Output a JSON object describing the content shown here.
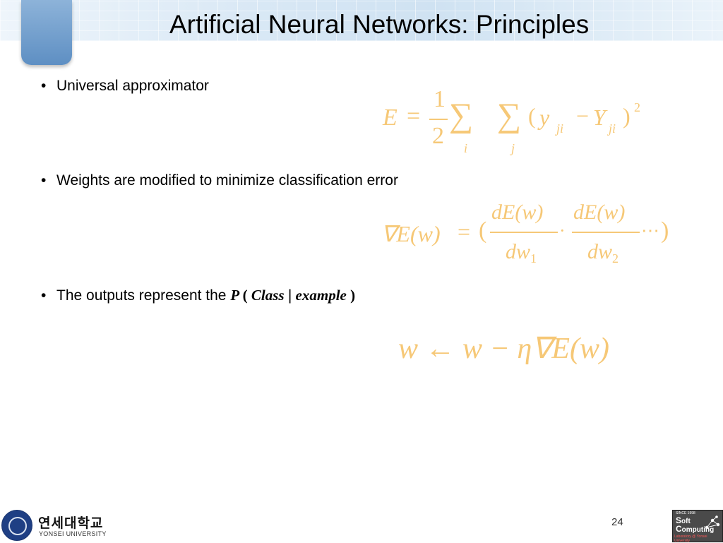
{
  "slide": {
    "title": "Artificial Neural Networks: Principles",
    "page_number": "24"
  },
  "bullets": [
    {
      "bullet": "•",
      "text": "Universal approximator"
    },
    {
      "bullet": "•",
      "text": "Weights are modified to minimize classification error"
    },
    {
      "bullet": "•",
      "text": "The outputs represent the ",
      "p": "P",
      "open": "(",
      "class": "Class",
      "sep": "|",
      "example": "example",
      "close": ")"
    }
  ],
  "formulas": {
    "error": {
      "lhs": "E",
      "eq": "=",
      "num": "1",
      "den": "2",
      "sigma": "∑",
      "sub_i": "i",
      "sub_j": "j",
      "open": "(",
      "y": "y",
      "ji1": "ji",
      "minus": "−",
      "Y": "Y",
      "ji2": "ji",
      "close": ")",
      "exp": "2"
    },
    "gradient": {
      "lhs": "∇E(w)",
      "eq": "=",
      "open": "(",
      "num1": "dE(w)",
      "den1_base": "dw",
      "den1_sub": "1",
      "dot": "·",
      "num2": "dE(w)",
      "den2_base": "dw",
      "den2_sub": "2",
      "dots": "⋯",
      "close": ")"
    },
    "update": {
      "text": "w ← w − η∇E(w)"
    }
  },
  "footer": {
    "university_korean": "연세대학교",
    "university_english": "YONSEI UNIVERSITY",
    "lab_since": "SINCE 1998",
    "lab_line1_initial": "S",
    "lab_line1_rest": "oft",
    "lab_line2_initial": "C",
    "lab_line2_rest": "omputing",
    "lab_sub": "Laboratory @ Yonsei University"
  },
  "colors": {
    "formula": "#f6c877",
    "header_tab": "#5e8fc3"
  }
}
